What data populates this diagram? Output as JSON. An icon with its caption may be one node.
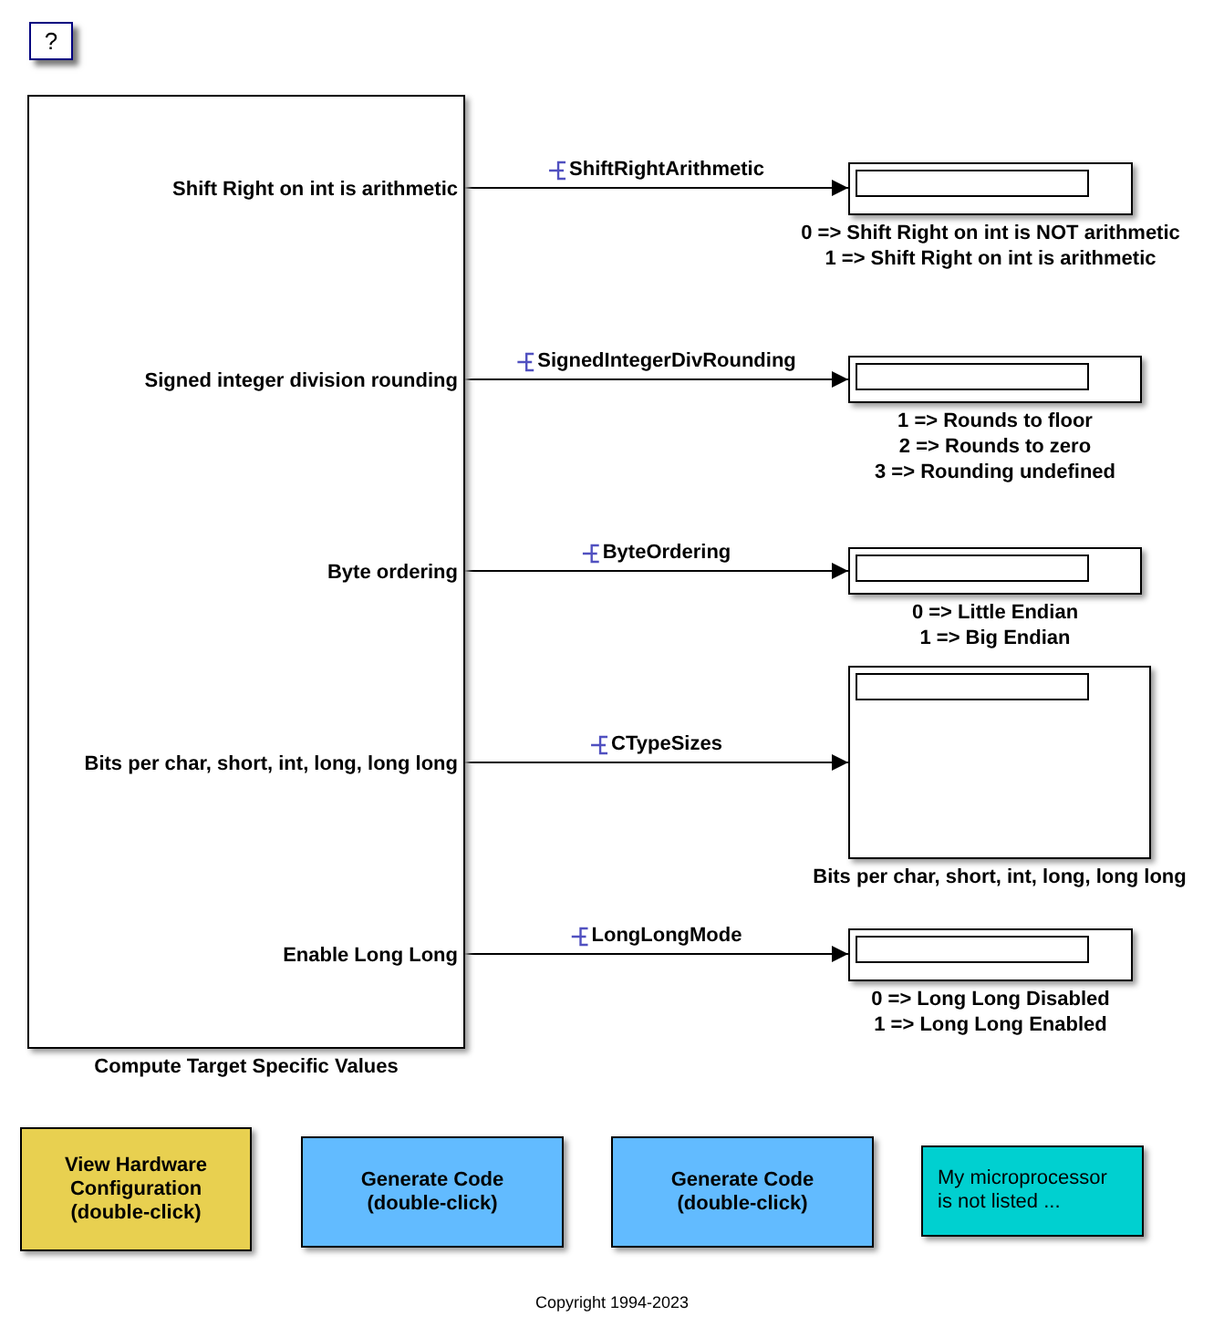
{
  "diagram": {
    "nodes": [
      {
        "text": [
          "?"
        ]
      },
      {
        "text": [
          "Shift Right on int is arithmetic",
          "Signed integer division rounding",
          "Byte ordering",
          "Bits per char, short, int, long, long long",
          "Enable Long Long"
        ],
        "beside": [
          "Compute Target Specific Values"
        ]
      },
      {
        "text": [],
        "shape": "box",
        "beside": [
          "0 => Shift Right on int is NOT arithmetic",
          "1 => Shift Right on int is arithmetic"
        ]
      },
      {
        "text": [],
        "shape": "box",
        "beside": [
          "1 => Rounds to floor",
          "2 => Rounds to zero",
          "3 => Rounding undefined"
        ]
      },
      {
        "text": [],
        "shape": "box",
        "beside": [
          "0 => Little Endian",
          "1 => Big Endian"
        ]
      },
      {
        "text": [],
        "shape": "box",
        "beside": [
          "Bits per char, short, int, long, long long"
        ]
      },
      {
        "text": [],
        "shape": "box",
        "beside": [
          "0 => Long Long Disabled",
          "1 => Long Long Enabled"
        ]
      },
      {
        "text": [
          "View Hardware Configuration (double-click)"
        ]
      },
      {
        "text": [
          "Generate Code (double-click)"
        ]
      },
      {
        "text": [
          "Generate Code (double-click)"
        ]
      },
      {
        "text": [
          "My microprocessor is not listed ..."
        ]
      }
    ],
    "edges": [
      {
        "from": 1,
        "to": 2,
        "arrow": "to",
        "label": "ShiftRightArithmetic"
      },
      {
        "from": 1,
        "to": 3,
        "arrow": "to",
        "label": "SignedIntegerDivRounding"
      },
      {
        "from": 1,
        "to": 4,
        "arrow": "to",
        "label": "ByteOrdering"
      },
      {
        "from": 1,
        "to": 5,
        "arrow": "to",
        "label": "CTypeSizes"
      },
      {
        "from": 1,
        "to": 6,
        "arrow": "to",
        "label": "LongLongMode"
      }
    ],
    "labels": [
      "Copyright 1994-2023"
    ]
  }
}
